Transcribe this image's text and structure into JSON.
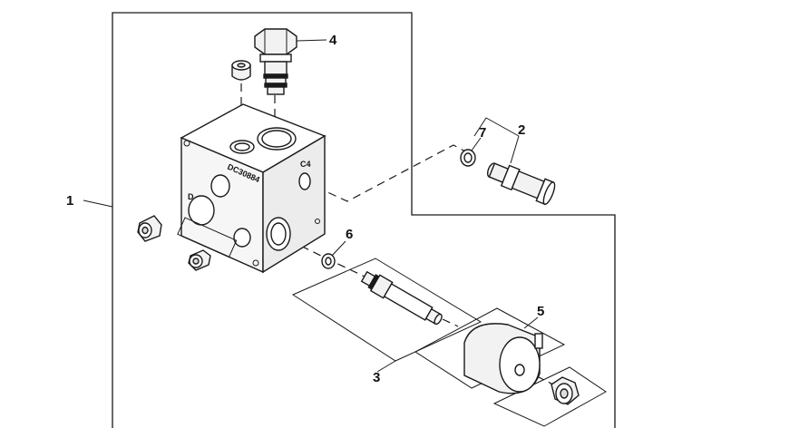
{
  "callouts": {
    "c1": "1",
    "c2": "2",
    "c3": "3",
    "c4": "4",
    "c5": "5",
    "c6": "6",
    "c7": "7"
  },
  "block_markings": {
    "port_d": "D",
    "port_c4": "C4",
    "part_code": "DC30884"
  },
  "colors": {
    "line": "#1a1a1a",
    "part_fill": "#f2f2f2",
    "background": "#ffffff"
  }
}
